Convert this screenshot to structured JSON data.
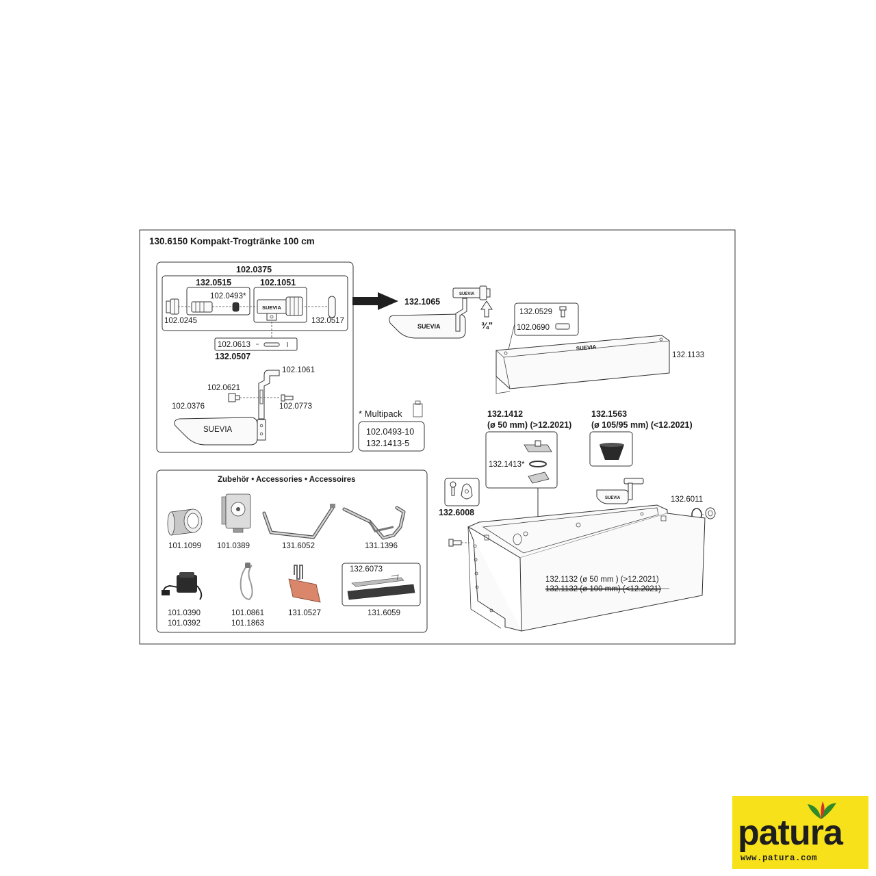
{
  "title": "130.6150 Kompakt-Trogtränke 100 cm",
  "valve_group": {
    "assembly": "102.0375",
    "part_a": "132.0515",
    "part_b": "102.1051",
    "o_ring": "102.0493*",
    "brand": "SUEVIA",
    "left_nut": "102.0245",
    "right_cap": "132.0517",
    "pin_set": "102.0613",
    "lever_group": "132.0507",
    "lever": "102.1061",
    "screw": "102.0621",
    "bolt": "102.0773",
    "paddle": "102.0376",
    "paddle_brand": "SUEVIA"
  },
  "multipack": {
    "label": "* Multipack",
    "items": [
      "102.0493-10",
      "132.1413-5"
    ]
  },
  "valve_complete": {
    "number": "132.1065",
    "brand": "SUEVIA",
    "small_brand": "SUEVIA",
    "thread": "¾\""
  },
  "cover": {
    "number": "132.1133",
    "screw": "132.0529",
    "washer": "102.0690",
    "brand": "SUEVIA"
  },
  "drain_new": {
    "number": "132.1412",
    "spec": "(ø 50 mm) (>12.2021)",
    "seal": "132.1413*"
  },
  "drain_old": {
    "number": "132.1563",
    "spec": "(ø 105/95 mm) (<12.2021)"
  },
  "fixings": {
    "number": "132.6008",
    "nut_number": "132.6011"
  },
  "trough": {
    "line1": "132.1132 (ø 50 mm ) (>12.2021)",
    "line2": "132.1132 (ø 100 mm) (<12.2021)",
    "brand": "SUEVIA"
  },
  "accessories": {
    "heading": "Zubehör • Accessories • Accessoires",
    "items": [
      {
        "label": "101.1099"
      },
      {
        "label": "101.0389"
      },
      {
        "label": "131.6052"
      },
      {
        "label": "131.1396"
      },
      {
        "label": "101.0390",
        "label2": "101.0392"
      },
      {
        "label": "101.0861",
        "label2": "101.1863"
      },
      {
        "label": "131.0527"
      },
      {
        "label": "131.6059",
        "sub": "132.6073"
      }
    ]
  },
  "logo": {
    "word": "patura",
    "url": "www.patura.com"
  },
  "colors": {
    "logo_bg": "#f7e11a",
    "leaf_green": "#2f8a2a",
    "leaf_red": "#d0342c",
    "heater_plate": "#d9866a"
  }
}
